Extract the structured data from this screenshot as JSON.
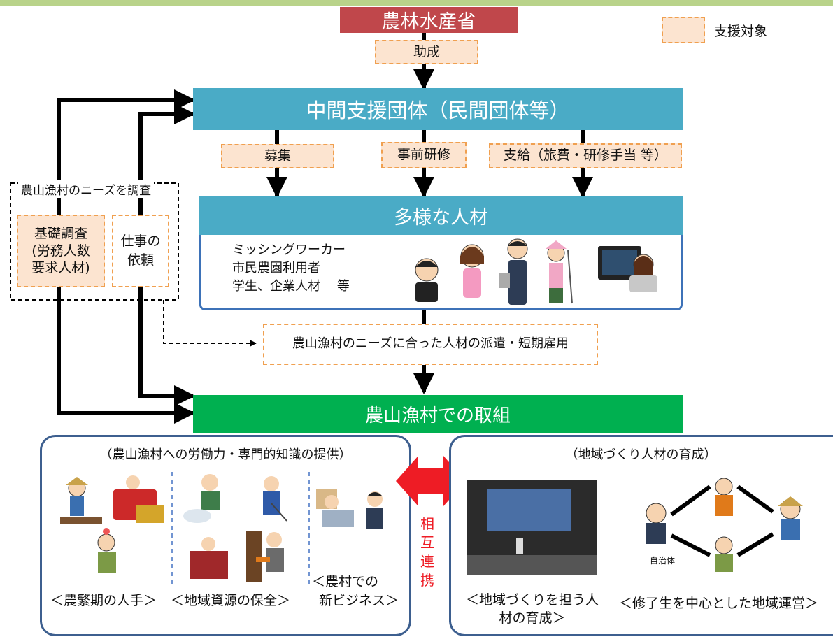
{
  "header": {
    "ministry": "農林水産省",
    "legend_label": "支援対象"
  },
  "flow": {
    "grant": "助成",
    "intermediary": "中間支援団体（民間団体等）",
    "recruit": "募集",
    "pre_training": "事前研修",
    "payment": "支給（旅費・研修手当 等）",
    "diverse_talent": "多様な人材",
    "talent_lines": [
      "ミッシングワーカー",
      "市民農園利用者",
      "学生、企業人材　 等"
    ],
    "dispatch": "農山漁村のニーズに合った人材の派遣・短期雇用",
    "rural_action": "農山漁村での取組"
  },
  "needs": {
    "survey_title": "農山漁村のニーズを調査",
    "basic_survey": [
      "基礎調査",
      "(労務人数",
      "要求人材)"
    ],
    "job_request": [
      "仕事の",
      "依頼"
    ]
  },
  "left_panel": {
    "title": "（農山漁村への労働力・専門的知識の提供）",
    "captions": [
      "＜農繁期の人手＞",
      "＜地域資源の保全＞",
      "＜農村での",
      "新ビジネス＞"
    ]
  },
  "mutual": {
    "label": [
      "相",
      "互",
      "連",
      "携"
    ],
    "color": "#ee1c25"
  },
  "right_panel": {
    "title": "（地域づくり人材の育成）",
    "caption_left": [
      "＜地域づくりを担う人",
      "材の育成＞"
    ],
    "caption_right": "＜修了生を中心とした地域運営＞",
    "local_gov": "自治体"
  },
  "colors": {
    "ministry": "#c0474b",
    "teal": "#4aabc6",
    "green": "#00b050",
    "support_fill": "#fce4d0",
    "support_border": "#f0a050",
    "panel_border": "#3d5f8f"
  }
}
